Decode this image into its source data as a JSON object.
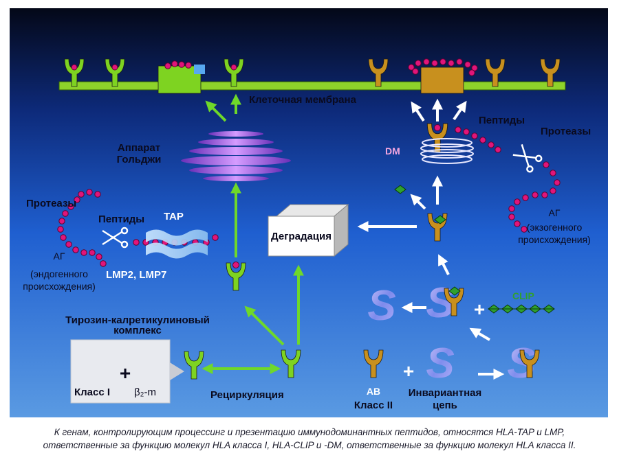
{
  "colors": {
    "bg_top": "#050a22",
    "bg_mid": "#1c55c8",
    "bg_bottom": "#4a8fe0",
    "class1": "#7ed321",
    "class2": "#c8901e",
    "membrane": "#8ed32a",
    "peptide": "#e0157a",
    "arrow_green": "#6fd82a",
    "arrow_white": "#ffffff",
    "golgi": "#a95ce0",
    "invariant": "#a9b0f0",
    "clip": "#2fa02f"
  },
  "labels": {
    "membrane": "Клеточная мембрана",
    "golgi_1": "Аппарат",
    "golgi_2": "Гольджи",
    "proteases_left": "Протеазы",
    "peptides_left": "Пептиды",
    "tap": "TAP",
    "ag_endo_1": "АГ",
    "ag_endo_2": "(эндогенного",
    "ag_endo_3": "происхождения)",
    "lmp": "LMP2, LMP7",
    "tyrosine_1": "Тирозин-калретикулиновый",
    "tyrosine_2": "комплекс",
    "class1": "Класс I",
    "plus": "+",
    "b2m": "β₂-m",
    "recycling": "Рециркуляция",
    "degradation": "Деградация",
    "peptides_right": "Пептиды",
    "proteases_right": "Протеазы",
    "dm": "DM",
    "ag_exo_1": "АГ",
    "ag_exo_2": "(экзогенного",
    "ag_exo_3": "происхождения)",
    "clip": "CLIP",
    "ab": "AB",
    "class2": "Класс II",
    "invariant_1": "Инвариантная",
    "invariant_2": "цепь"
  },
  "caption": {
    "line1": "К генам, контролирующим процессинг и презентацию иммунодоминантных пептидов, относятся HLA-TAP и LMP,",
    "line2": "ответственные за функцию молекул HLA класса I, HLA-CLIP и -DM, ответственные за функцию молекул HLA класса II."
  }
}
